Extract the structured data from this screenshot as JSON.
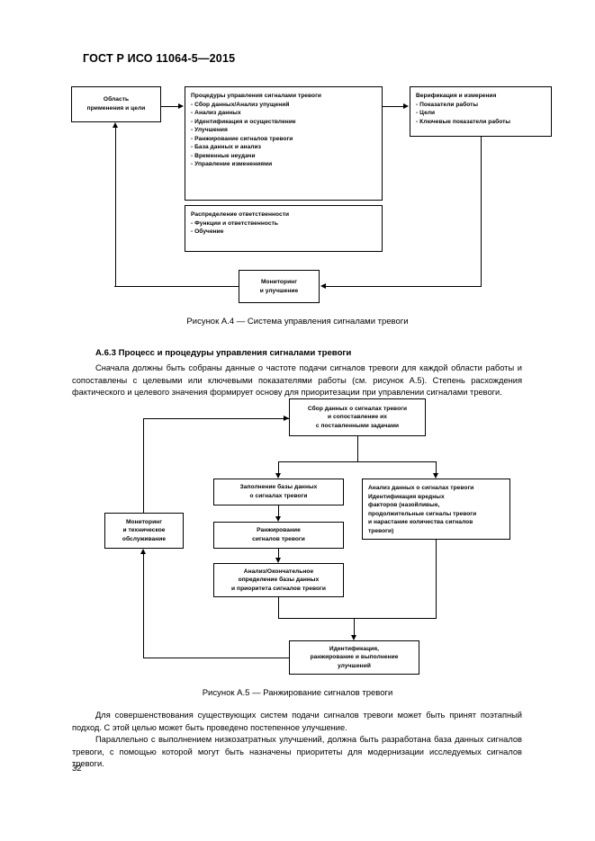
{
  "document": {
    "standard_header": "ГОСТ Р ИСО 11064-5—2015",
    "page_number": "32"
  },
  "figure_a4": {
    "caption": "Рисунок А.4 — Система управления сигналами тревоги",
    "boxes": {
      "scope": {
        "lines": [
          "Область",
          "применения и цели"
        ]
      },
      "procedures": {
        "title": "Процедуры управления сигналами тревоги",
        "items": [
          "- Сбор данных/Анализ упущений",
          "- Анализ данных",
          "- Идентификация и осуществление",
          "- Улучшения",
          "- Ранжирование сигналов тревоги",
          "- База данных и анализ",
          "- Временные неудачи",
          "- Управление изменениями"
        ]
      },
      "responsibility": {
        "title": "Распределение ответственности",
        "items": [
          "- Функции и ответственность",
          "- Обучение"
        ]
      },
      "verification": {
        "title": "Верификация и измерения",
        "items": [
          "- Показатели работы",
          "- Цели",
          "- Ключевые показатели работы"
        ]
      },
      "monitoring": {
        "lines": [
          "Мониторинг",
          "и улучшение"
        ]
      }
    }
  },
  "section_a63": {
    "heading": "А.6.3  Процесс и процедуры управления сигналами тревоги",
    "paragraph": "Сначала должны быть собраны данные о частоте подачи сигналов тревоги для каждой области работы и сопоставлены с целевыми или ключевыми показателями работы (см. рисунок А.5). Степень расхождения фактического и целевого значения формирует основу для приоритезации при управлении сигналами тревоги."
  },
  "figure_a5": {
    "caption": "Рисунок А.5 — Ранжирование сигналов тревоги",
    "boxes": {
      "collect": {
        "lines": [
          "Сбор данных о сигналах тревоги",
          "и сопоставление их",
          "с поставленными задачами"
        ]
      },
      "fill_db": {
        "lines": [
          "Заполнение базы данных",
          "о сигналах тревоги"
        ]
      },
      "analysis": {
        "lines": [
          "Анализ данных о сигналах тревоги",
          "Идентификация вредных",
          "факторов (назойливые,",
          "продолжительные сигналы тревоги",
          "и нарастание количества сигналов",
          "тревоги)"
        ]
      },
      "ranking": {
        "lines": [
          "Ранжирование",
          "сигналов тревоги"
        ]
      },
      "final": {
        "lines": [
          "Анализ/Окончательное",
          "определение базы данных",
          "и приоритета сигналов тревоги"
        ]
      },
      "maintenance": {
        "lines": [
          "Мониторинг",
          "и техническое",
          "обслуживание"
        ]
      },
      "identification": {
        "lines": [
          "Идентификация,",
          "ранжирование и выполнение",
          "улучшений"
        ]
      }
    }
  },
  "closing": {
    "paragraph1": "Для совершенствования существующих систем подачи сигналов тревоги может быть принят поэтапный подход. С этой целью может быть проведено постепенное улучшение.",
    "paragraph2": "Параллельно с выполнением низкозатратных улучшений, должна быть разработана база данных сигналов тревоги, с помощью которой могут быть назначены приоритеты для модернизации исследуемых сигналов тревоги."
  }
}
